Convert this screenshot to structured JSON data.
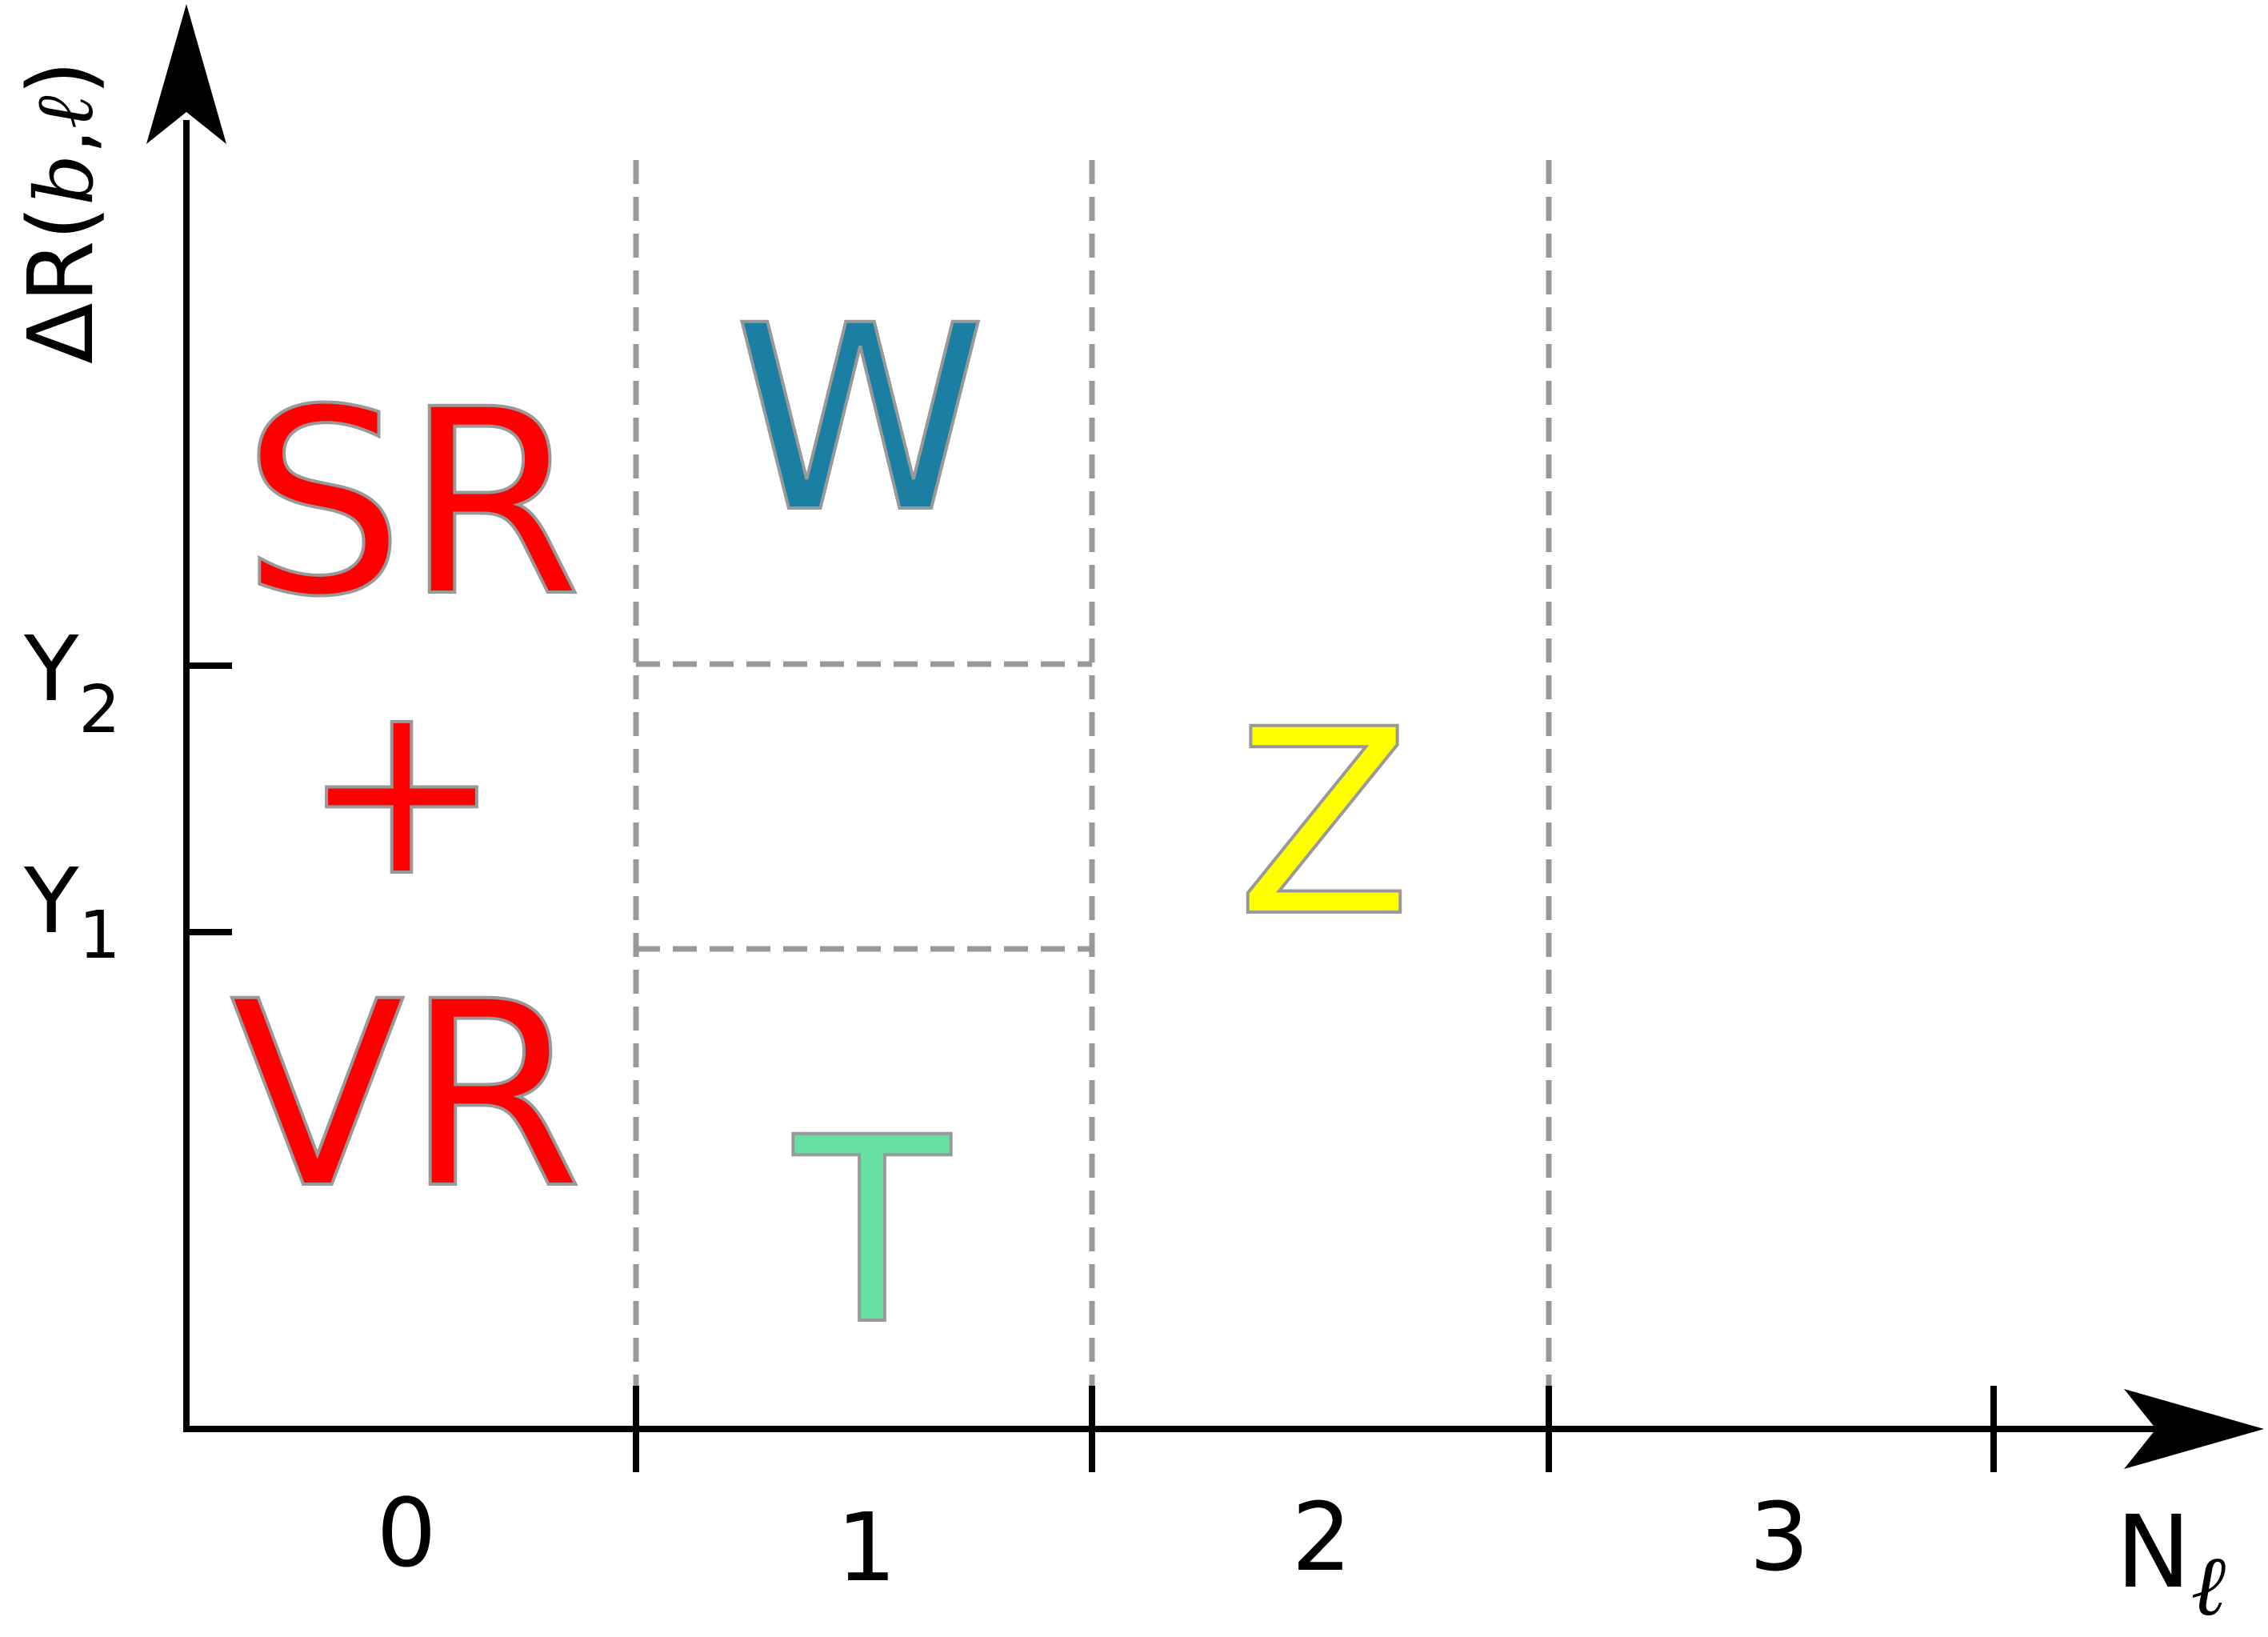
{
  "axes": {
    "y_label": {
      "prefix": "ΔR(",
      "b": "b",
      "comma": ",",
      "l": "ℓ",
      "suffix": ")"
    },
    "x_label": {
      "main": "N",
      "sub": "ℓ"
    },
    "y_ticks": [
      {
        "main": "Y",
        "sub": "2"
      },
      {
        "main": "Y",
        "sub": "1"
      }
    ],
    "x_ticks": [
      "0",
      "1",
      "2",
      "3"
    ]
  },
  "regions": {
    "sr": "SR",
    "plus": "+",
    "vr": "VR",
    "w": "W",
    "t": "T",
    "z": "Z"
  },
  "colors": {
    "sr": "#ff0000",
    "vr": "#ff0000",
    "w": "#1a7fa3",
    "t": "#66e0a3",
    "z": "#ffff00",
    "grid": "#999999",
    "axis": "#000000"
  }
}
